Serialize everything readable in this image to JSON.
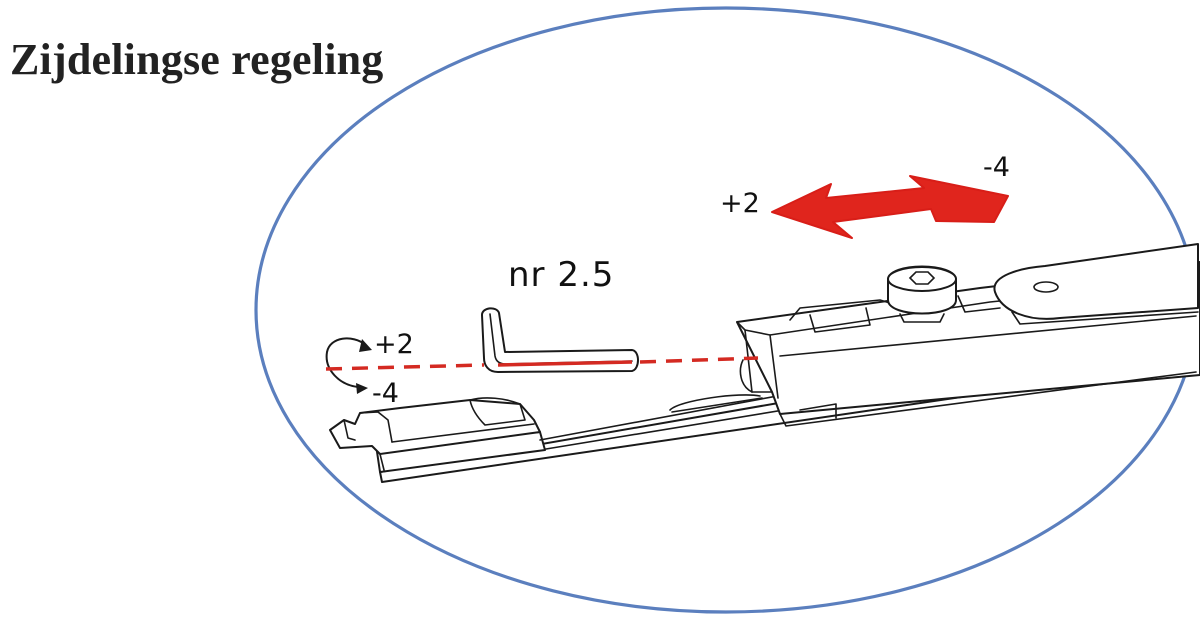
{
  "title": "Zijdelingse regeling",
  "tool_label": "nr 2.5",
  "rotation": {
    "plus": "+2",
    "minus": "-4"
  },
  "direction": {
    "plus": "+2",
    "minus": "-4"
  },
  "colors": {
    "ellipse_border": "#5b7fbe",
    "arrow_fill": "#e0251d",
    "guide_line": "#d42a22",
    "line_art": "#1a1a1a"
  },
  "icons": {
    "direction_arrow": "double-headed-arrow-icon",
    "rotation": "rotation-arrow-icon",
    "tool": "hex-key-icon"
  }
}
